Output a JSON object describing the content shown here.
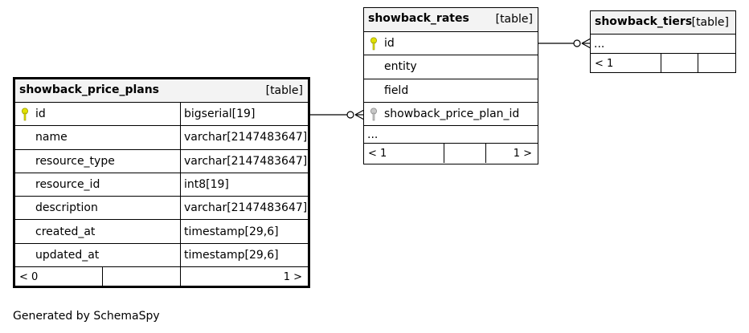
{
  "tables": {
    "price_plans": {
      "name": "showback_price_plans",
      "tag": "[table]",
      "columns": [
        {
          "name": "id",
          "type": "bigserial[19]",
          "key": "primary"
        },
        {
          "name": "name",
          "type": "varchar[2147483647]"
        },
        {
          "name": "resource_type",
          "type": "varchar[2147483647]"
        },
        {
          "name": "resource_id",
          "type": "int8[19]"
        },
        {
          "name": "description",
          "type": "varchar[2147483647]"
        },
        {
          "name": "created_at",
          "type": "timestamp[29,6]"
        },
        {
          "name": "updated_at",
          "type": "timestamp[29,6]"
        }
      ],
      "footer": {
        "parents": "< 0",
        "children": "1 >"
      }
    },
    "rates": {
      "name": "showback_rates",
      "tag": "[table]",
      "columns": [
        {
          "name": "id",
          "key": "primary"
        },
        {
          "name": "entity"
        },
        {
          "name": "field"
        },
        {
          "name": "showback_price_plan_id",
          "key": "foreign"
        },
        {
          "name": "..."
        }
      ],
      "footer": {
        "parents": "< 1",
        "children": "1 >"
      }
    },
    "tiers": {
      "name": "showback_tiers",
      "tag": "[table]",
      "columns": [
        {
          "name": "..."
        }
      ],
      "footer": {
        "parents": "< 1",
        "children": ""
      }
    }
  },
  "colors": {
    "primary_key": "#e2e200",
    "foreign_key": "#b4b4b4",
    "header_bg": "#f3f3f3"
  },
  "generated_by": "Generated by SchemaSpy"
}
